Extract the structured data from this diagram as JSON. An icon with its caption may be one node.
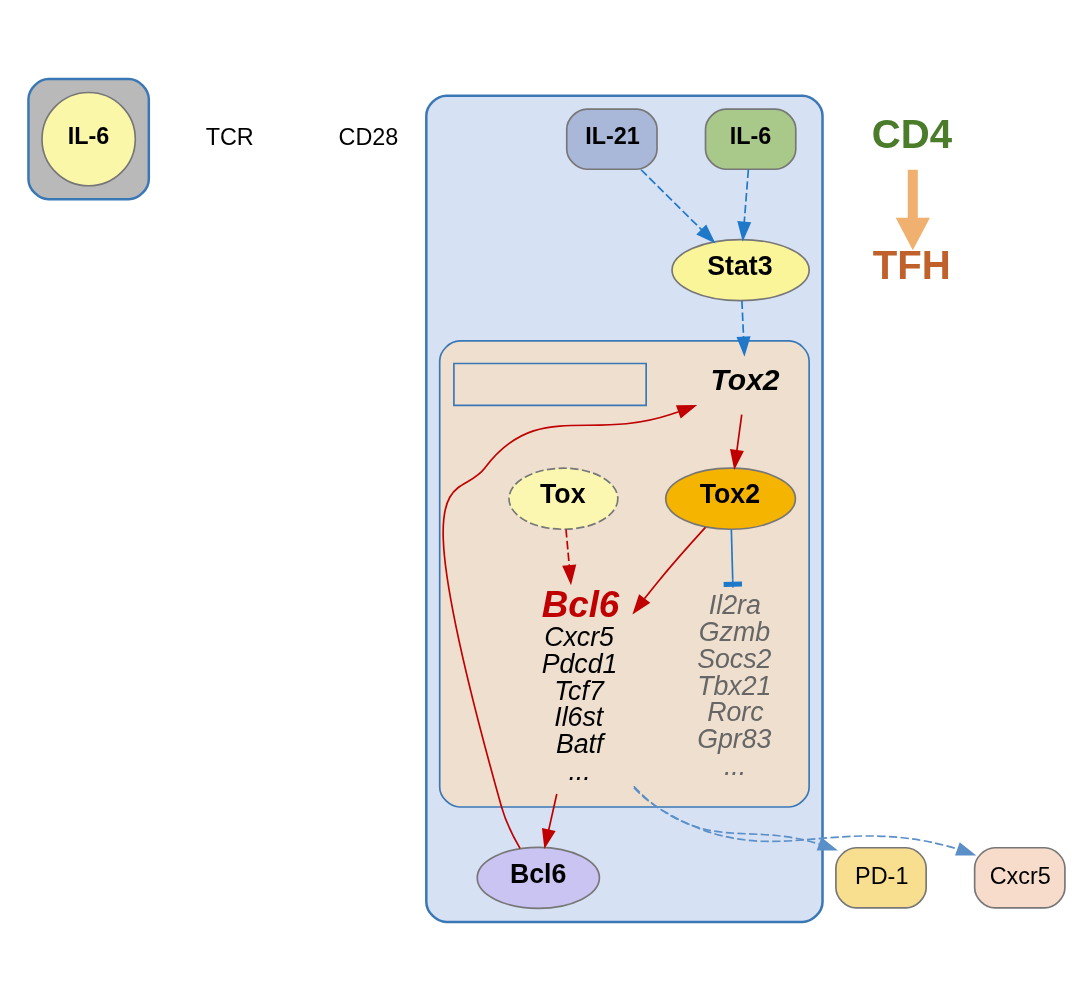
{
  "diagram": {
    "nodes": [
      {
        "text": [],
        "shape": "cell"
      },
      {
        "text": [
          "IL-6"
        ],
        "in": 0
      },
      {
        "text": [
          "TCR"
        ]
      },
      {
        "text": [
          "CD28"
        ]
      },
      {
        "text": [],
        "shape": "cell"
      },
      {
        "text": [
          "IL-6"
        ],
        "in": 4
      },
      {
        "text": [
          "IL-21"
        ],
        "in": 4
      },
      {
        "text": [
          "Stat3"
        ],
        "in": 4
      },
      {
        "text": [
          "Bcl6"
        ],
        "in": 4
      },
      {
        "text": [],
        "shape": "nucleus",
        "in": 4
      },
      {
        "text": [
          "Tox2"
        ],
        "in": 9
      },
      {
        "text": [
          "Tox"
        ],
        "in": 9
      },
      {
        "text": [
          "Tox2"
        ],
        "in": 9
      },
      {
        "text": [],
        "shape": "box",
        "in": 9
      },
      {
        "text": [
          "Il2ra Gzmb Socs2 Tbx21 Rorc Gpr83 ..."
        ],
        "in": 9
      },
      {
        "text": [
          "Bcl6",
          "Cxcr5 Pdcd1 Tcf7 Il6st Batf ..."
        ],
        "in": 9
      },
      {
        "text": [
          "PD-1"
        ]
      },
      {
        "text": [
          "Cxcr5"
        ]
      },
      {
        "text": [
          "CD4"
        ]
      },
      {
        "text": [
          "TFH"
        ]
      }
    ],
    "edges": [
      {
        "from": 5,
        "to": 7,
        "arrow": "to",
        "style": "dashed",
        "color": "#1f78c8"
      },
      {
        "from": 6,
        "to": 7,
        "arrow": "to",
        "style": "dashed",
        "color": "#1f78c8"
      },
      {
        "from": 7,
        "to": 10,
        "arrow": "to",
        "style": "dashed",
        "color": "#1f78c8"
      },
      {
        "from": 8,
        "to": 10,
        "arrow": "to",
        "color": "#c00000"
      },
      {
        "from": 10,
        "to": 12,
        "arrow": "to",
        "color": "#c00000"
      },
      {
        "from": 12,
        "to": 14,
        "arrow": "other",
        "color": "#1f78c8"
      },
      {
        "from": 12,
        "to": 15,
        "arrow": "to",
        "color": "#c00000"
      },
      {
        "from": 11,
        "to": 15,
        "arrow": "to",
        "style": "dashed",
        "color": "#c00000"
      },
      {
        "from": 15,
        "to": 8,
        "arrow": "to",
        "color": "#c00000"
      },
      {
        "from": 15,
        "to": 16,
        "arrow": "to",
        "style": "dashed",
        "color": "#5b8fc8"
      },
      {
        "from": 15,
        "to": 17,
        "arrow": "to",
        "style": "dashed",
        "color": "#5b8fc8"
      },
      {
        "from": 18,
        "to": 19,
        "arrow": "to",
        "style": "thick",
        "color": "#f0b070"
      }
    ]
  }
}
